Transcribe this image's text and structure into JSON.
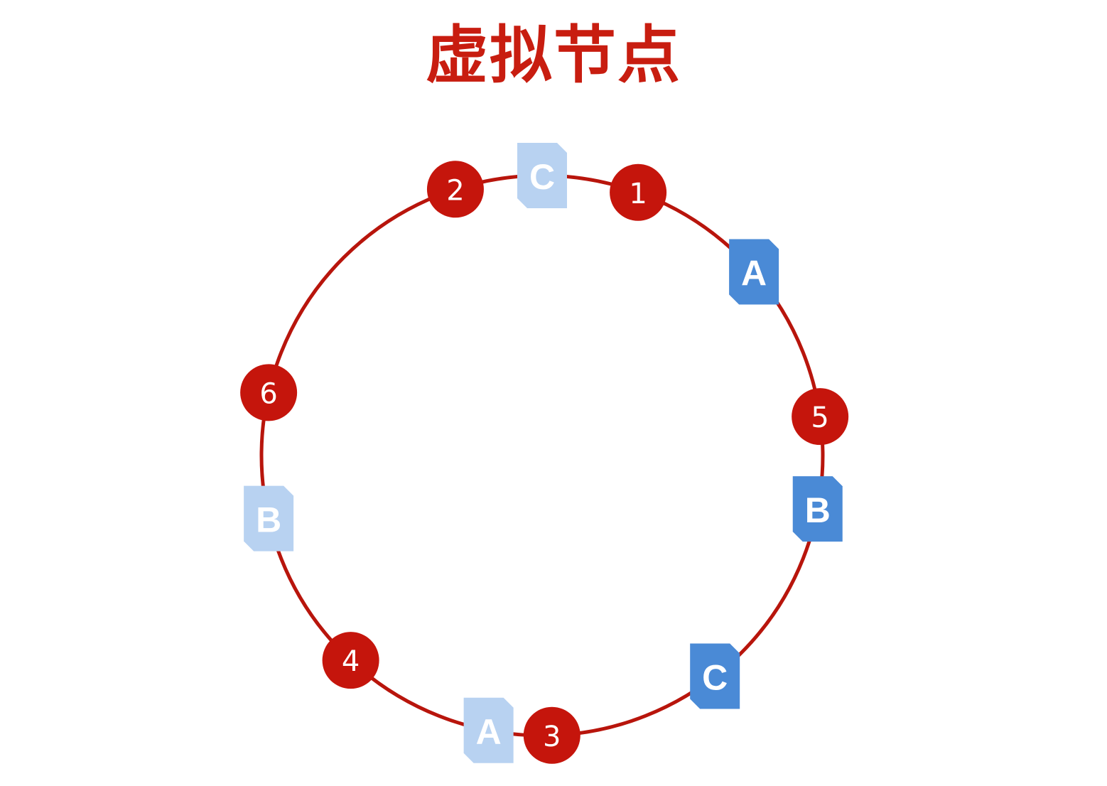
{
  "title": "虚拟节点",
  "colors": {
    "title": "#c81d10",
    "ring": "#b8150c",
    "node_fill": "#c5150c",
    "server_real": "#4a8ad6",
    "server_virtual": "#b8d2f1"
  },
  "ring": {
    "nodes": [
      {
        "label": "1",
        "angle_deg": 20
      },
      {
        "label": "2",
        "angle_deg": -18
      },
      {
        "label": "3",
        "angle_deg": 178
      },
      {
        "label": "4",
        "angle_deg": 223
      },
      {
        "label": "5",
        "angle_deg": 82
      },
      {
        "label": "6",
        "angle_deg": 283
      }
    ],
    "servers": [
      {
        "label": "C",
        "kind": "virtual",
        "angle_deg": 0
      },
      {
        "label": "A",
        "kind": "real",
        "angle_deg": 49
      },
      {
        "label": "B",
        "kind": "real",
        "angle_deg": 101
      },
      {
        "label": "C",
        "kind": "real",
        "angle_deg": 142
      },
      {
        "label": "A",
        "kind": "virtual",
        "angle_deg": 191
      },
      {
        "label": "B",
        "kind": "virtual",
        "angle_deg": 257
      }
    ]
  }
}
